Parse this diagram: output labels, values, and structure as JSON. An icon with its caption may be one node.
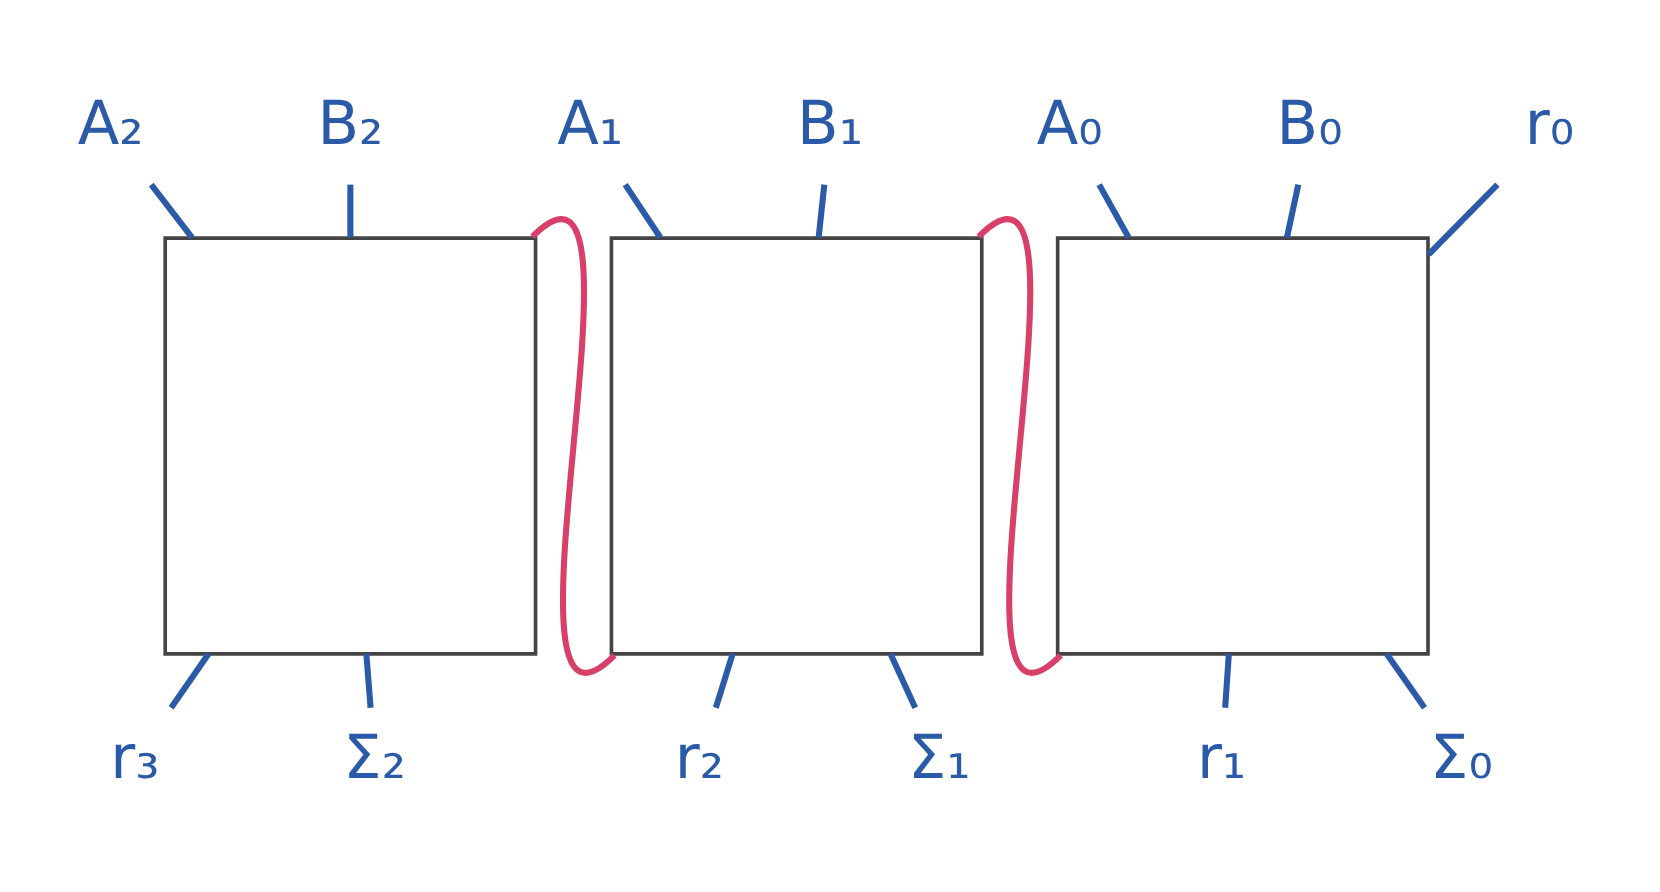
{
  "diagram": {
    "nodes": [
      {
        "text": [
          "A₂"
        ]
      },
      {
        "text": [
          "B₂"
        ]
      },
      {
        "text": [
          "A₁"
        ]
      },
      {
        "text": [
          "B₁"
        ]
      },
      {
        "text": [
          "A₀"
        ]
      },
      {
        "text": [
          "B₀"
        ]
      },
      {
        "text": [
          "r₀"
        ]
      },
      {
        "text": [],
        "shape": "box"
      },
      {
        "text": [],
        "shape": "box"
      },
      {
        "text": [],
        "shape": "box"
      },
      {
        "text": [
          "r₃"
        ]
      },
      {
        "text": [
          "Σ₂"
        ]
      },
      {
        "text": [
          "r₂"
        ]
      },
      {
        "text": [
          "Σ₁"
        ]
      },
      {
        "text": [
          "r₁"
        ]
      },
      {
        "text": [
          "Σ₀"
        ]
      }
    ],
    "edges": [
      {
        "from": 0,
        "to": 7,
        "arrow": "none"
      },
      {
        "from": 1,
        "to": 7,
        "arrow": "none"
      },
      {
        "from": 2,
        "to": 8,
        "arrow": "none"
      },
      {
        "from": 3,
        "to": 8,
        "arrow": "none"
      },
      {
        "from": 4,
        "to": 9,
        "arrow": "none"
      },
      {
        "from": 5,
        "to": 9,
        "arrow": "none"
      },
      {
        "from": 6,
        "to": 9,
        "arrow": "none"
      },
      {
        "from": 7,
        "to": 10,
        "arrow": "none"
      },
      {
        "from": 7,
        "to": 11,
        "arrow": "none"
      },
      {
        "from": 8,
        "to": 12,
        "arrow": "none"
      },
      {
        "from": 8,
        "to": 13,
        "arrow": "none"
      },
      {
        "from": 9,
        "to": 14,
        "arrow": "none"
      },
      {
        "from": 9,
        "to": 15,
        "arrow": "none"
      },
      {
        "from": 8,
        "to": 7,
        "arrow": "none",
        "color": "#d8406a"
      },
      {
        "from": 9,
        "to": 8,
        "arrow": "none",
        "color": "#d8406a"
      }
    ]
  }
}
